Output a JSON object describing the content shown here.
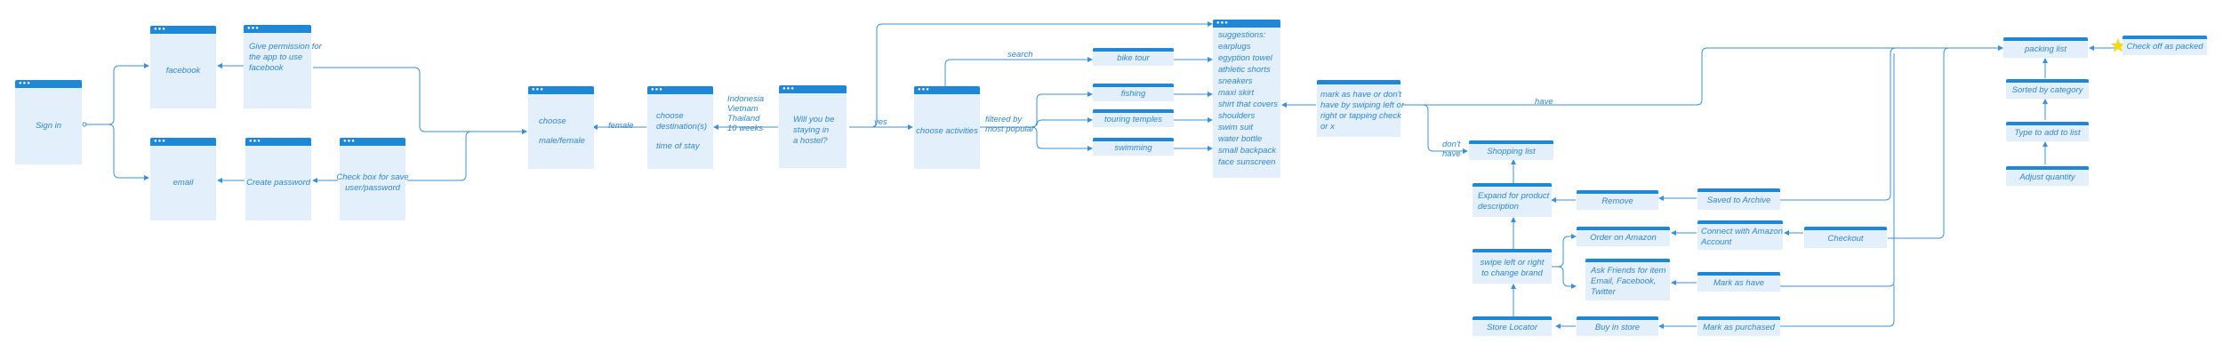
{
  "nodes": {
    "sign_in": "Sign in",
    "facebook": "facebook",
    "email": "email",
    "give_permission": [
      "Give permission for",
      "the app to use",
      "facebook"
    ],
    "create_password": "Create password",
    "check_box_save": [
      "Check box for save",
      "user/password"
    ],
    "choose_gender": [
      "choose",
      "",
      "male/female"
    ],
    "choose_destination": [
      "choose",
      "destination(s)",
      "",
      "time of stay"
    ],
    "hostel_question": [
      "Will you be",
      "staying in",
      "a hostel?"
    ],
    "choose_activities": "choose activities",
    "bike_tour": "bike tour",
    "fishing": "fishing",
    "touring_temples": "touring temples",
    "swimming": "swimming",
    "suggestions": [
      "suggestions:",
      "earplugs",
      "egyption towel",
      "athletic shorts",
      "sneakers",
      "maxi skirt",
      "shirt that covers",
      "shoulders",
      "swim suit",
      "water bottle",
      "small backpack",
      "face sunscreen"
    ],
    "mark_have": [
      "mark as have or don't",
      "have by swiping left or",
      "right or tapping check",
      "or x"
    ],
    "shopping_list": "Shopping list",
    "expand_product": [
      "Expand for product",
      "description"
    ],
    "swipe_brand": [
      "swipe left or right",
      "to change brand"
    ],
    "store_locator": "Store Locator",
    "remove": "Remove",
    "order_amazon": "Order on Amazon",
    "ask_friends": [
      "Ask Friends for item",
      "Email, Facebook,",
      "Twitter"
    ],
    "buy_in_store": "Buy in store",
    "saved_archive": "Saved to Archive",
    "connect_amazon": [
      "Connect with Amazon",
      "Account"
    ],
    "mark_as_have": "Mark as have",
    "mark_purchased": "Mark as purchased",
    "checkout": "Checkout",
    "packing_list": "packing list",
    "sorted_category": "Sorted by category",
    "type_add": "Type to add to list",
    "adjust_quantity": "Adjust quantity",
    "check_off_packed": "Check off as packed"
  },
  "edge_labels": {
    "female": "female",
    "destinations": [
      "Indonesia",
      "Vietnam",
      "Thailand",
      "10 weeks"
    ],
    "yes": "yes",
    "search": "search",
    "filtered": [
      "filtered by",
      "most popular"
    ],
    "have": "have",
    "dont_have": [
      "don't",
      "have"
    ]
  },
  "colors": {
    "card_fill": "#e3f0fc",
    "card_header": "#1e88d6",
    "text": "#2f86cc",
    "connector": "#3d8fd6",
    "star": "#f5d90a"
  },
  "icons": {
    "window_dots": "three-dot-window-icon",
    "star": "star-icon"
  }
}
